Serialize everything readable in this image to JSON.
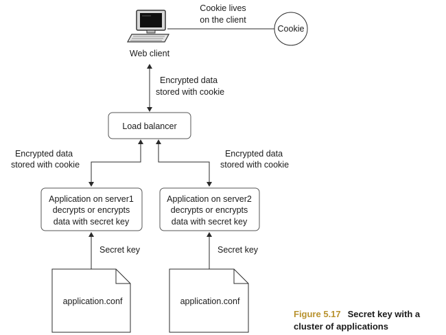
{
  "cookie_label": [
    "Cookie lives",
    "on the client"
  ],
  "cookie_node": "Cookie",
  "web_client_label": "Web client",
  "top_edge_label": [
    "Encrypted data",
    "stored with cookie"
  ],
  "load_balancer": "Load balancer",
  "left_edge_label": [
    "Encrypted data",
    "stored with cookie"
  ],
  "right_edge_label": [
    "Encrypted data",
    "stored with cookie"
  ],
  "server1": [
    "Application on server1",
    "decrypts or encrypts",
    "data with secret key"
  ],
  "server2": [
    "Application on server2",
    "decrypts or encrypts",
    "data with secret key"
  ],
  "secret_key_left": "Secret key",
  "secret_key_right": "Secret key",
  "file_left": "application.conf",
  "file_right": "application.conf",
  "caption": {
    "number": "Figure 5.17",
    "text": "Secret key with a cluster of applications"
  },
  "colors": {
    "caption_number": "#b8922e",
    "line": "#2a2a2a",
    "box_border": "#555555"
  },
  "icons": {
    "web_client": "computer-icon",
    "files": "document-icon"
  }
}
